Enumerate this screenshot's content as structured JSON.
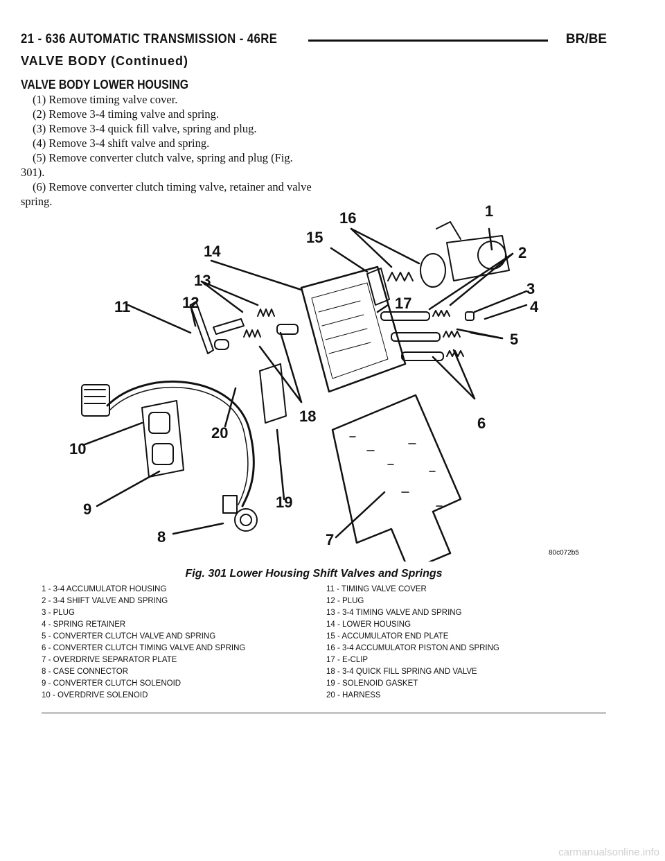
{
  "header": {
    "left": "21 - 636    AUTOMATIC TRANSMISSION - 46RE",
    "right": "BR/BE"
  },
  "section_continued": "VALVE BODY (Continued)",
  "section_title": "VALVE BODY LOWER HOUSING",
  "steps": [
    "(1) Remove timing valve cover.",
    "(2) Remove 3-4 timing valve and spring.",
    "(3) Remove 3-4 quick fill valve, spring and plug.",
    "(4) Remove 3-4 shift valve and spring.",
    "(5) Remove converter clutch valve, spring and plug (Fig. 301).",
    "(6) Remove converter clutch timing valve, retainer and valve spring."
  ],
  "figure": {
    "id": "80c072b5",
    "caption": "Fig. 301 Lower Housing Shift Valves and Springs",
    "callouts": [
      "1",
      "2",
      "3",
      "4",
      "5",
      "6",
      "7",
      "8",
      "9",
      "10",
      "11",
      "12",
      "13",
      "14",
      "15",
      "16",
      "17",
      "18",
      "19",
      "20"
    ]
  },
  "legend": {
    "left": [
      "1 - 3-4 ACCUMULATOR HOUSING",
      "2 - 3-4 SHIFT VALVE AND SPRING",
      "3 - PLUG",
      "4 - SPRING RETAINER",
      "5 - CONVERTER CLUTCH VALVE AND SPRING",
      "6 - CONVERTER CLUTCH TIMING VALVE AND SPRING",
      "7 - OVERDRIVE SEPARATOR PLATE",
      "8 - CASE CONNECTOR",
      "9 - CONVERTER CLUTCH SOLENOID",
      "10 - OVERDRIVE SOLENOID"
    ],
    "right": [
      "11 - TIMING VALVE COVER",
      "12 - PLUG",
      "13 - 3-4 TIMING VALVE AND SPRING",
      "14 - LOWER HOUSING",
      "15 - ACCUMULATOR END PLATE",
      "16 - 3-4 ACCUMULATOR PISTON AND SPRING",
      "17 - E-CLIP",
      "18 - 3-4 QUICK FILL SPRING AND VALVE",
      "19 - SOLENOID GASKET",
      "20 - HARNESS"
    ]
  },
  "watermark": "carmanualsonline.info"
}
